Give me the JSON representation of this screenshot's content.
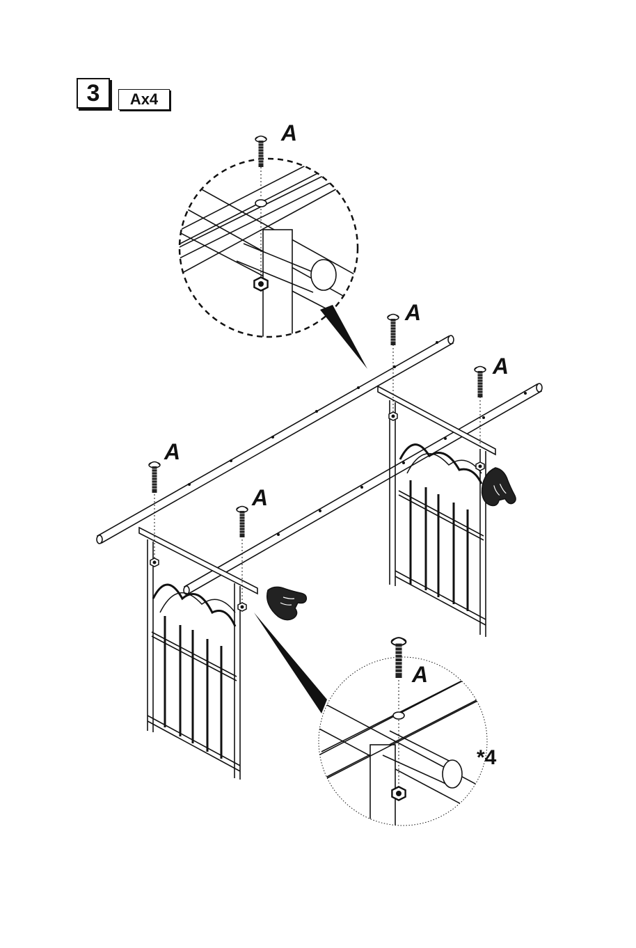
{
  "step": {
    "number": "3"
  },
  "parts": {
    "quantity_label": "Ax4"
  },
  "labels": {
    "bolt_a": "A",
    "repeat_note": "*4"
  },
  "colors": {
    "ink": "#111111",
    "background": "#ffffff"
  },
  "icons": [
    "bolt-icon",
    "nut-icon",
    "hand-tighten-icon",
    "magnifier-callout"
  ]
}
